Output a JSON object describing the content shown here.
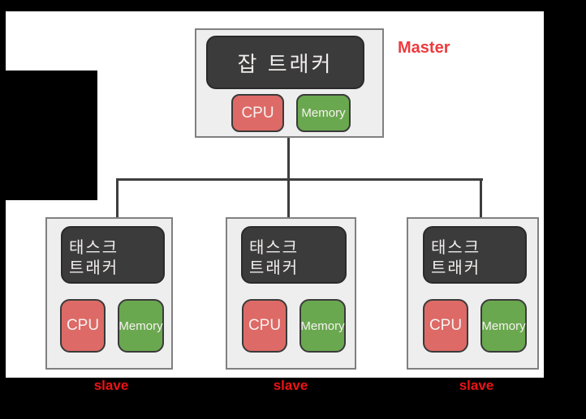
{
  "diagram": {
    "kind": "hadoop-master-slave-architecture",
    "master_node": {
      "title": "잡 트래커",
      "cpu_label": "CPU",
      "memory_label": "Memory",
      "annotation": "Master"
    },
    "worker_nodes": [
      {
        "title_line1": "태스크",
        "title_line2": "트래커",
        "cpu_label": "CPU",
        "memory_label": "Memory",
        "annotation": "slave"
      },
      {
        "title_line1": "태스크",
        "title_line2": "트래커",
        "cpu_label": "CPU",
        "memory_label": "Memory",
        "annotation": "slave"
      },
      {
        "title_line1": "태스크",
        "title_line2": "트래커",
        "cpu_label": "CPU",
        "memory_label": "Memory",
        "annotation": "slave"
      }
    ],
    "colors": {
      "node_background": "#eeeeee",
      "node_border": "#808080",
      "dark_block": "#3b3b3b",
      "cpu_chip": "#dd6a66",
      "memory_chip": "#6aa84f",
      "connector": "#3d3d3d",
      "master_annotation": "#ed3a3e",
      "slave_annotation": "#ee1315",
      "background_mask": "#000000",
      "canvas": "#ffffff"
    }
  }
}
